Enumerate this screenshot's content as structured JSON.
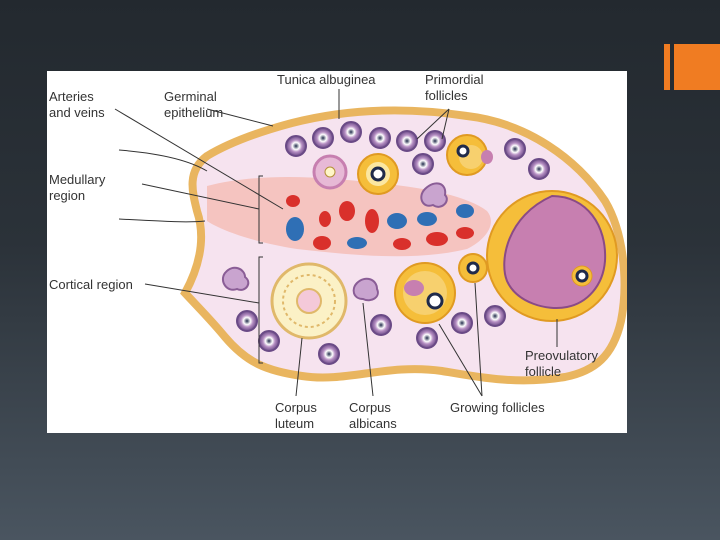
{
  "diagram": {
    "labels": {
      "arteries_veins": [
        "Arteries",
        "and veins"
      ],
      "germinal_epithelium": [
        "Germinal",
        "epithelium"
      ],
      "tunica_albuginea": [
        "Tunica albuginea"
      ],
      "primordial_follicles": [
        "Primordial",
        "follicles"
      ],
      "medullary_region": [
        "Medullary",
        "region"
      ],
      "cortical_region": [
        "Cortical region"
      ],
      "preovulatory_follicle": [
        "Preovulatory",
        "follicle"
      ],
      "corpus_luteum": [
        "Corpus",
        "luteum"
      ],
      "corpus_albicans": [
        "Corpus",
        "albicans"
      ],
      "growing_follicles": [
        "Growing follicles"
      ]
    },
    "colors": {
      "ovary_fill": "#f6e3ef",
      "ovary_outline": "#e9b55f",
      "medulla_fill": "#f4b9b0",
      "artery": "#d9302b",
      "vein": "#2f6fb5",
      "follicle_gold": "#f5be3a",
      "antrum": "#c77fb0",
      "corpus_luteum": "#fbf1c6",
      "corpus_albicans": "#c9a4cf",
      "accent": "#f07c22"
    }
  }
}
